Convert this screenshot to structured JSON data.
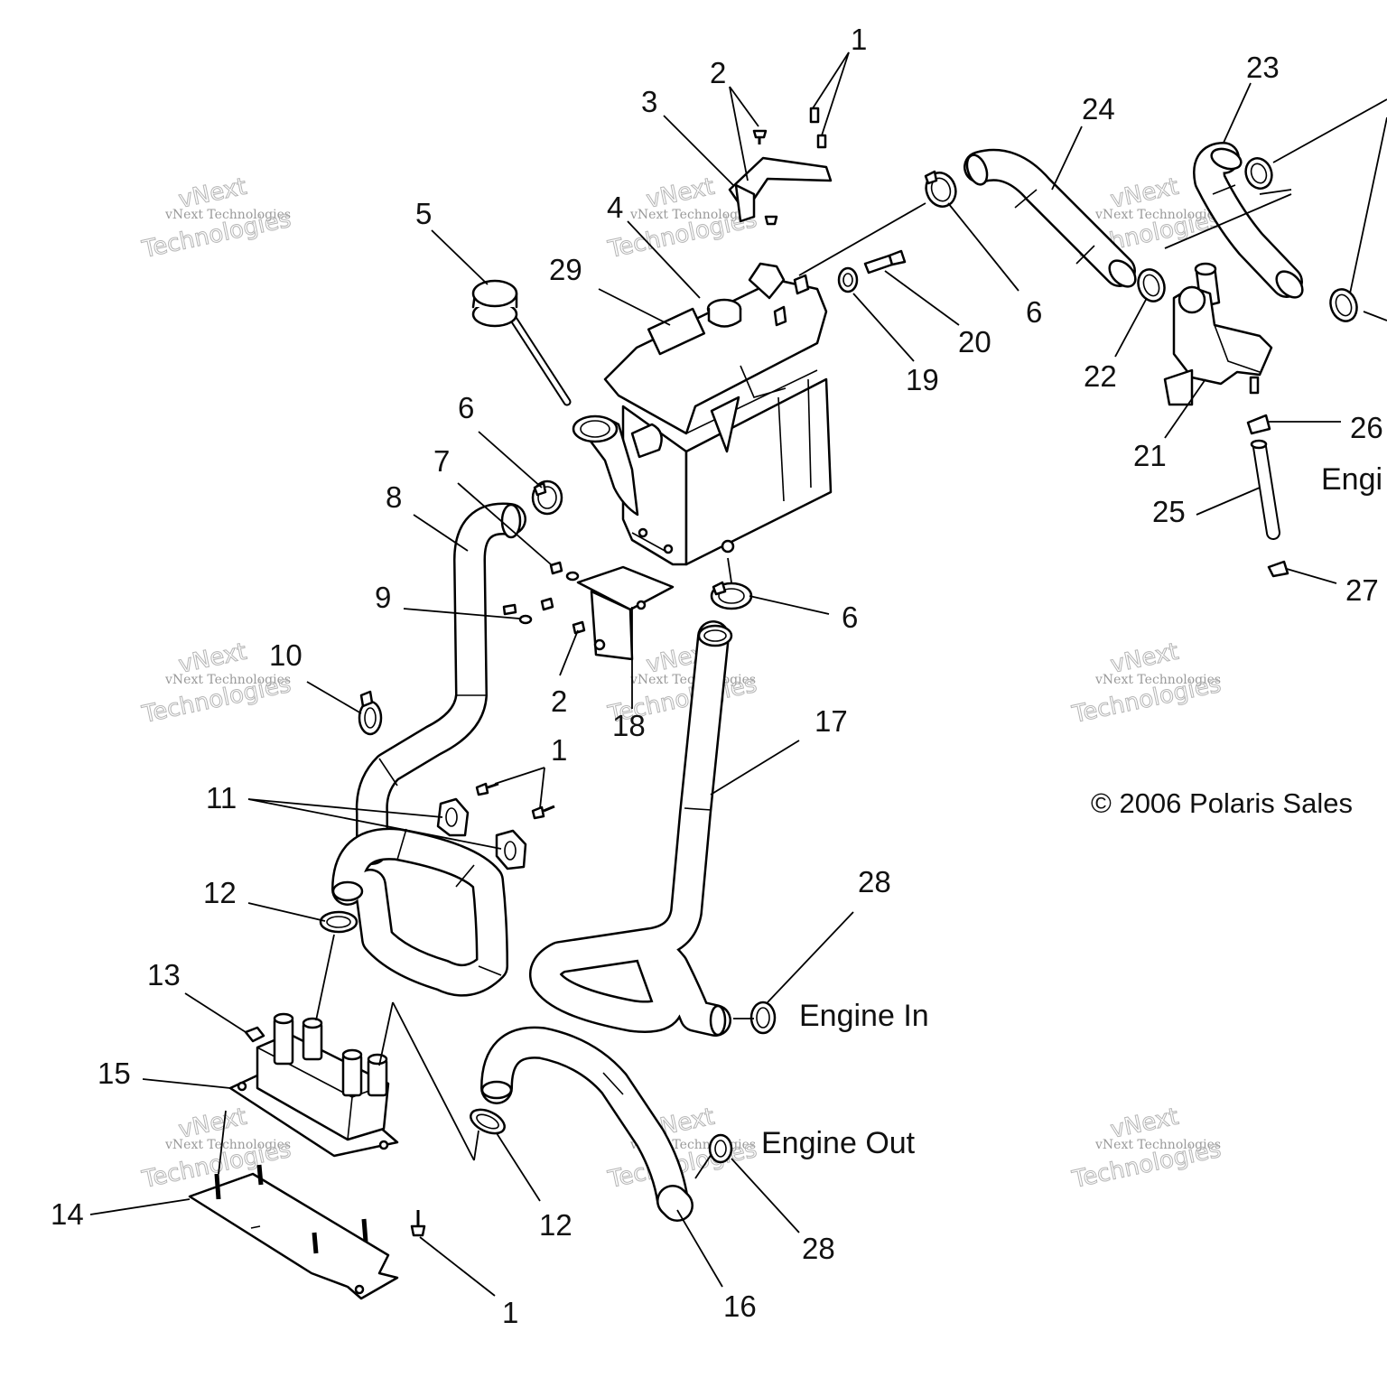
{
  "callouts": {
    "c1a": "1",
    "c2a": "2",
    "c3": "3",
    "c4": "4",
    "c5": "5",
    "c29": "29",
    "c24": "24",
    "c23": "23",
    "c6a": "6",
    "c20": "20",
    "c19": "19",
    "c22": "22",
    "c21": "21",
    "c26": "26",
    "c25": "25",
    "c27": "27",
    "c6b": "6",
    "c7": "7",
    "c8": "8",
    "c9": "9",
    "c6c": "6",
    "c2b": "2",
    "c10": "10",
    "c18": "18",
    "c17": "17",
    "c1b": "1",
    "c11": "11",
    "c12a": "12",
    "c28a": "28",
    "c13": "13",
    "c15": "15",
    "c12b": "12",
    "c14": "14",
    "c1c": "1",
    "c28b": "28",
    "c16": "16"
  },
  "labels": {
    "engine_in": "Engine In",
    "engine_out": "Engine Out",
    "engine_cut": "Engi",
    "copyright": "© 2006 Polaris Sales"
  },
  "watermark": {
    "line1": "vNext Technologies",
    "line2": "vNext",
    "line3": "Technologies"
  }
}
